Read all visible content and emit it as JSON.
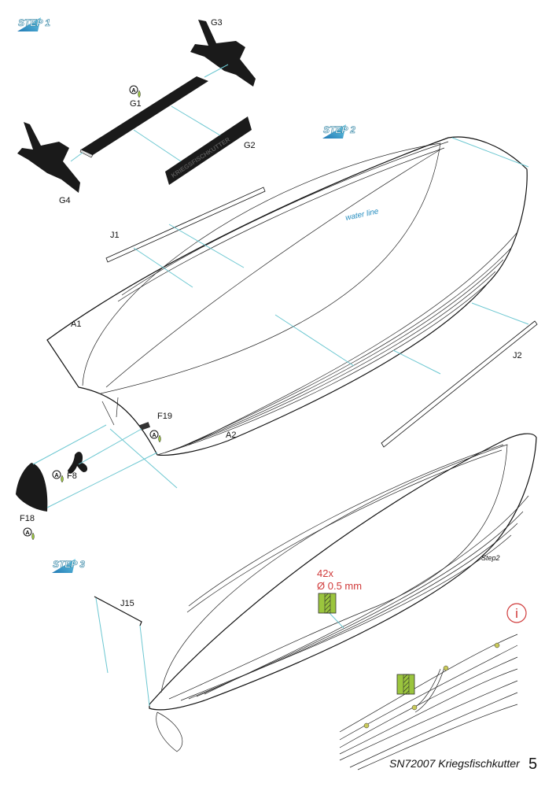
{
  "steps": {
    "step1": "STEP 1",
    "step2": "STEP 2",
    "step3": "STEP 3"
  },
  "parts": {
    "g1": "G1",
    "g2": "G2",
    "g3": "G3",
    "g4": "G4",
    "j1": "J1",
    "j2": "J2",
    "j15": "J15",
    "a1": "A1",
    "a2": "A2",
    "f8": "F8",
    "f18": "F18",
    "f19": "F19"
  },
  "annotations": {
    "water_line": "water line",
    "step_ref": "Step2",
    "quantity": "42x",
    "drill_size": "Ø 0.5 mm",
    "info": "i",
    "glue": "A"
  },
  "nameplate": "KRIEGSFISCHKUTTER",
  "footer": {
    "title": "SN72007 Kriegsfischkutter",
    "page": "5"
  },
  "colors": {
    "guide": "#6cc7d1",
    "accent_red": "#d03a3a",
    "drill_green": "#9bc53d",
    "step_blue": "#2a8fc0"
  }
}
